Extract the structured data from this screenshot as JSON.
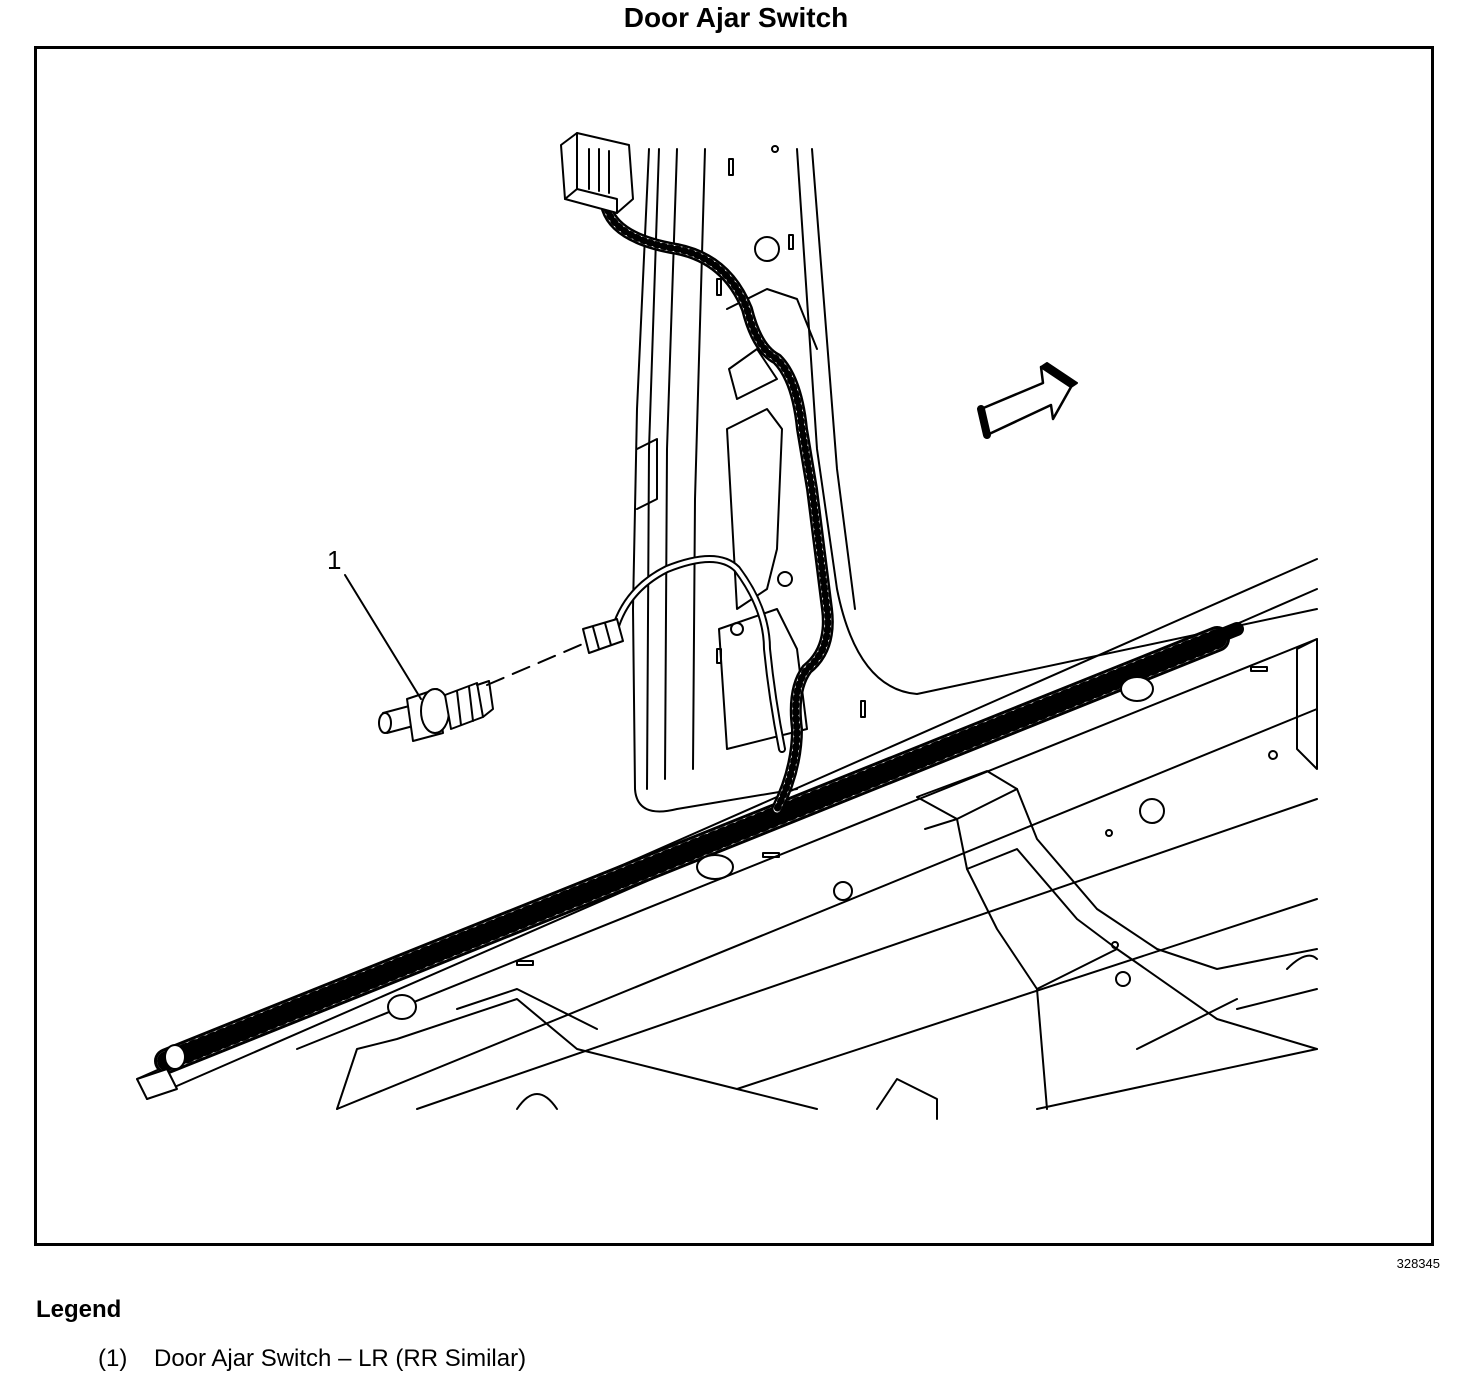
{
  "title": "Door Ajar Switch",
  "figure_id": "328345",
  "callouts": [
    {
      "label": "1"
    }
  ],
  "legend": {
    "heading": "Legend",
    "items": [
      {
        "number": "(1)",
        "text": "Door Ajar Switch – LR (RR Similar)"
      }
    ]
  }
}
